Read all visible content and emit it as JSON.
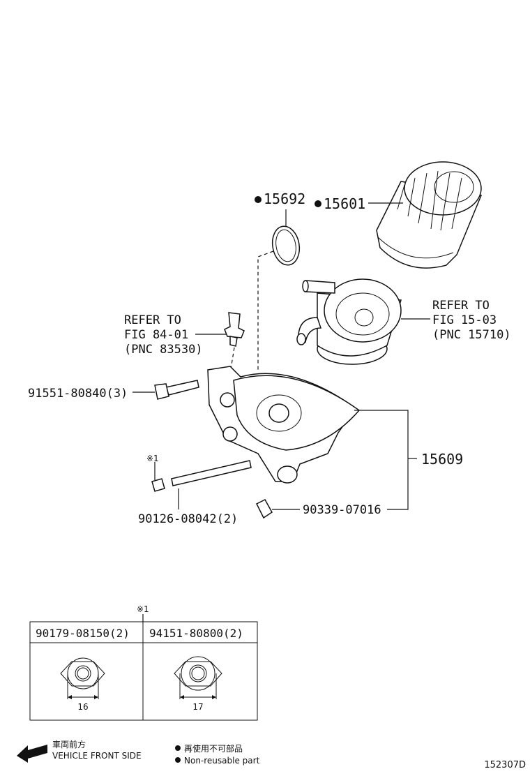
{
  "parts": {
    "o_ring": "15692",
    "oil_filter": "15601",
    "cooler_ref": {
      "line1": "REFER TO",
      "line2": "FIG 15-03",
      "line3": "(PNC 15710)"
    },
    "sensor_ref": {
      "line1": "REFER TO",
      "line2": "FIG 84-01",
      "line3": "(PNC 83530)"
    },
    "bolt": "91551-80840(3)",
    "bracket": "15609",
    "note_mark": "※1",
    "stud": "90126-08042(2)",
    "plug": "90339-07016"
  },
  "nut_table": {
    "mark": "※1",
    "col1": {
      "part": "90179-08150(2)",
      "size": "16"
    },
    "col2": {
      "part": "94151-80800(2)",
      "size": "17"
    }
  },
  "legend": {
    "front_jp": "車両前方",
    "front_en": "VEHICLE FRONT SIDE",
    "nonreuse_jp": "再使用不可部品",
    "nonreuse_en": "Non-reusable part"
  },
  "figure_id": "152307D"
}
